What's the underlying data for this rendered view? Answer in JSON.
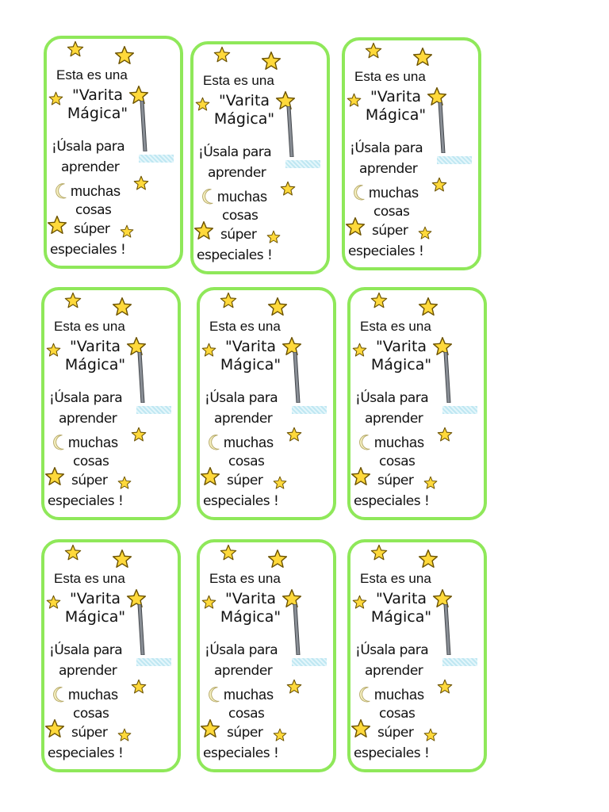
{
  "card": {
    "intro": "Esta es una",
    "title_line1": "\"Varita",
    "title_line2": "Mágica\"",
    "line1": "¡Úsala para",
    "line2": "aprender",
    "line3": "muchas",
    "line4": "cosas",
    "line5": "súper",
    "line6": "especiales !"
  },
  "colors": {
    "border": "#8fe85a",
    "star_fill": "#ffd93b",
    "star_stroke": "#6b5200",
    "moon_fill": "#f5efc0",
    "wand": "#8a8f96"
  },
  "icons": [
    "star-icon",
    "magic-wand-icon",
    "moon-icon",
    "washi-tape-decoration"
  ],
  "card_count": 9
}
